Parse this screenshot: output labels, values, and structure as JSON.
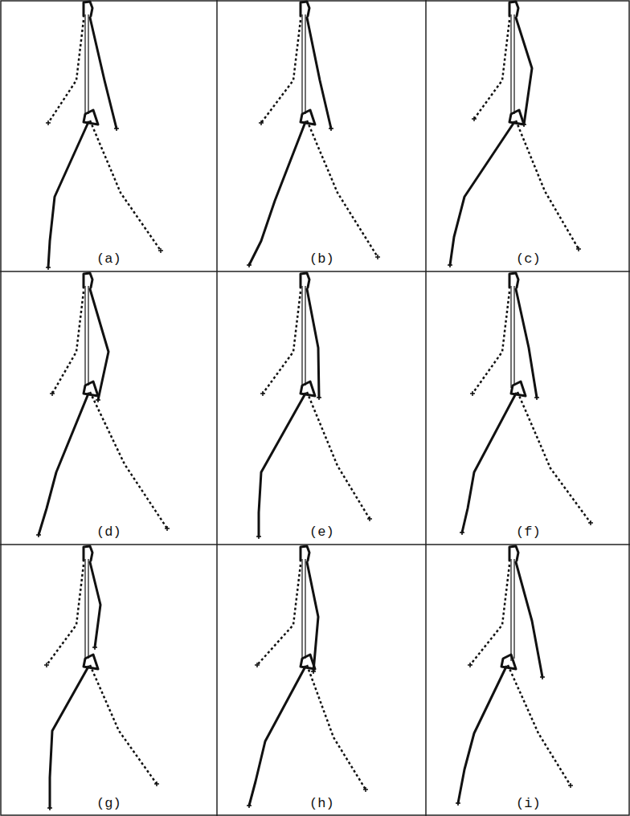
{
  "diagram": {
    "labels": [
      "(a)",
      "(b)",
      "(c)",
      "(d)",
      "(e)",
      "(f)",
      "(g)",
      "(h)",
      "(i)"
    ]
  }
}
